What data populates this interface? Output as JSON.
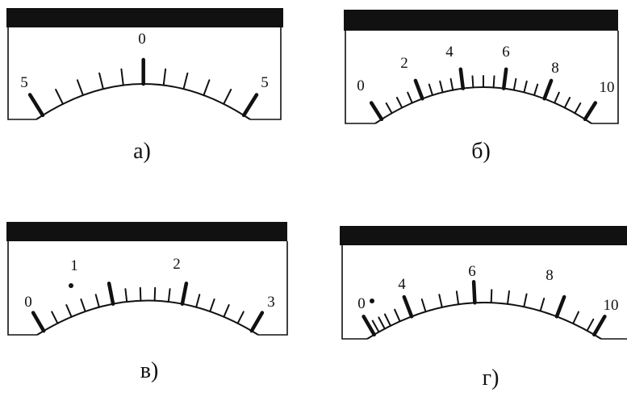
{
  "scales": [
    {
      "caption": "а)",
      "labels": [
        {
          "text": "5",
          "value": -5
        },
        {
          "text": "0",
          "value": 0
        },
        {
          "text": "5",
          "value": 5
        }
      ]
    },
    {
      "caption": "б)",
      "labels": [
        {
          "text": "0",
          "value": 0
        },
        {
          "text": "2",
          "value": 2
        },
        {
          "text": "4",
          "value": 4
        },
        {
          "text": "6",
          "value": 6
        },
        {
          "text": "8",
          "value": 8
        },
        {
          "text": "10",
          "value": 10
        }
      ]
    },
    {
      "caption": "в)",
      "labels": [
        {
          "text": "0",
          "value": 0
        },
        {
          "text": "1",
          "value": 1
        },
        {
          "text": "2",
          "value": 2
        },
        {
          "text": "3",
          "value": 3
        }
      ]
    },
    {
      "caption": "г)",
      "labels": [
        {
          "text": "0",
          "value": 0
        },
        {
          "text": "4",
          "value": 4
        },
        {
          "text": "6",
          "value": 6
        },
        {
          "text": "8",
          "value": 8
        },
        {
          "text": "10",
          "value": 10
        }
      ]
    }
  ]
}
